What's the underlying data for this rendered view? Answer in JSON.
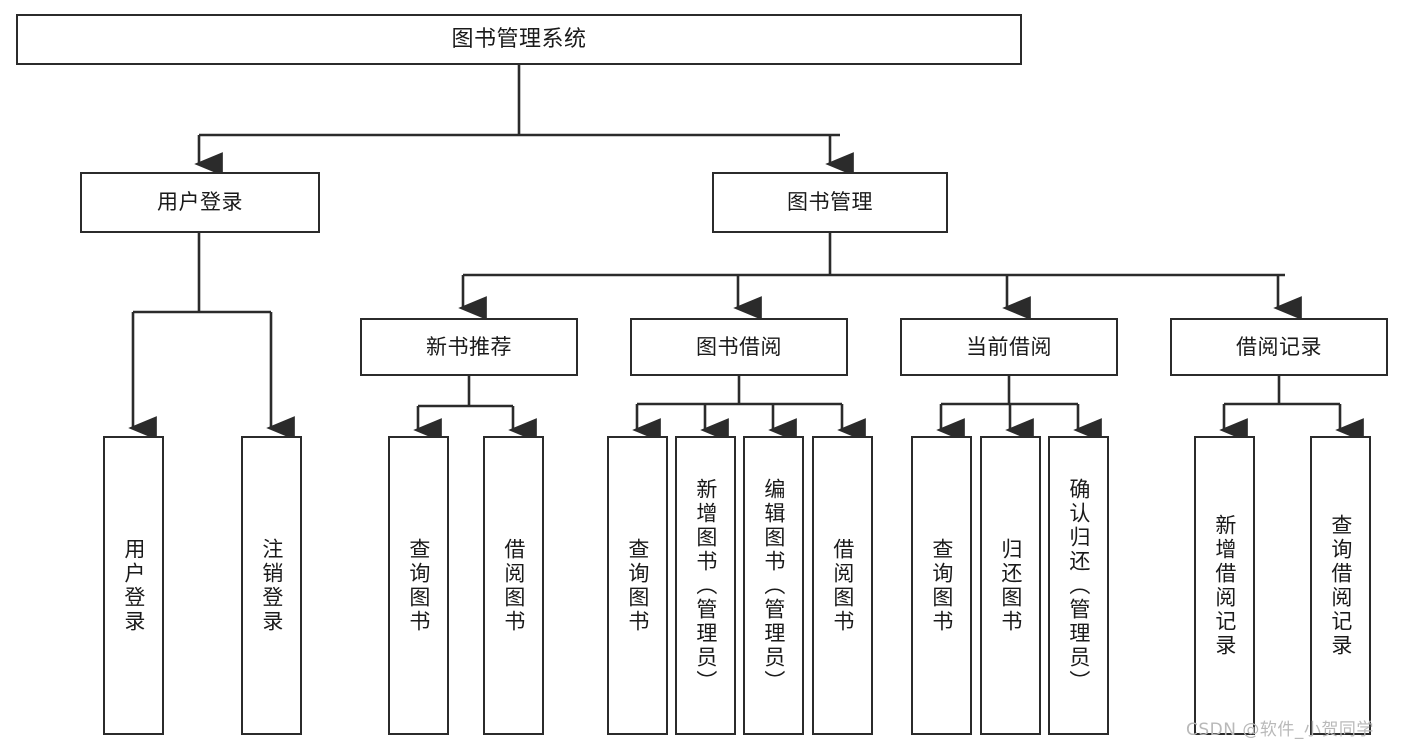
{
  "diagram": {
    "type": "tree",
    "title": "图书管理系统",
    "watermark": "CSDN @软件_小贺同学",
    "colors": {
      "stroke": "#2b2b2b",
      "fill": "#ffffff",
      "text": "#1a1a1a",
      "watermark": "#b9b9b9"
    },
    "nodes": {
      "root": {
        "label": "图书管理系统"
      },
      "level2": [
        {
          "label": "用户登录"
        },
        {
          "label": "图书管理"
        }
      ],
      "level3": [
        {
          "label": "新书推荐"
        },
        {
          "label": "图书借阅"
        },
        {
          "label": "当前借阅"
        },
        {
          "label": "借阅记录"
        }
      ],
      "leaves_user_login": [
        {
          "label": "用户登录"
        },
        {
          "label": "注销登录"
        }
      ],
      "leaves_new_book": [
        {
          "label": "查询图书"
        },
        {
          "label": "借阅图书"
        }
      ],
      "leaves_book_borrow": [
        {
          "label": "查询图书"
        },
        {
          "label": "新增图书（管理员）"
        },
        {
          "label": "编辑图书（管理员）"
        },
        {
          "label": "借阅图书"
        }
      ],
      "leaves_current_borrow": [
        {
          "label": "查询图书"
        },
        {
          "label": "归还图书"
        },
        {
          "label": "确认归还（管理员）"
        }
      ],
      "leaves_borrow_record": [
        {
          "label": "新增借阅记录"
        },
        {
          "label": "查询借阅记录"
        }
      ]
    }
  }
}
